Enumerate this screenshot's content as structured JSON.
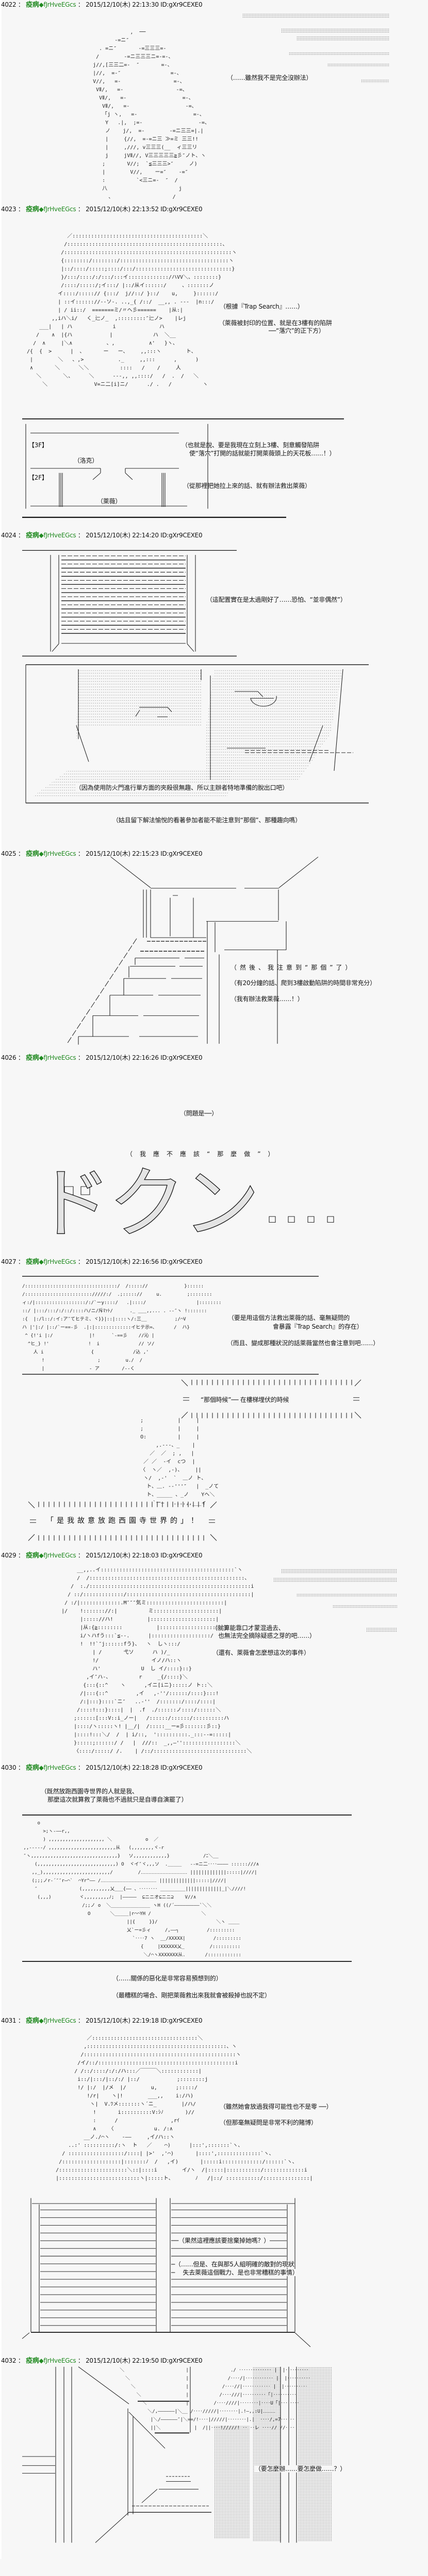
{
  "sep": " ： ",
  "posts": [
    {
      "num": "4022",
      "name": "疫病",
      "trip": "◆fJrHveEGcs",
      "date": "2015/12/10(木) 22:13:30",
      "id": "ID:gXr9CEXE0",
      "lines": [
        "（……雖然我不是完全沒辦法）"
      ]
    },
    {
      "num": "4023",
      "name": "疫病",
      "trip": "◆fJrHveEGcs",
      "date": "2015/12/10(木) 22:13:52",
      "id": "ID:gXr9CEXE0",
      "lines": [
        "（根據『Trap Search』……）",
        "（萊薇被封印的位置、就是在3樓有的陷阱",
        "──“落穴”的正下方）",
        "（也就是說、要是我現在立刻上3樓、刻意觸發陷阱",
        "使“落穴”打開的話就能打開萊薇頭上的天花板……！）",
        "（從那裡把她拉上來的話、就有辦法救出萊薇）"
      ],
      "labels": [
        "【3F】",
        "（洛克）",
        "【2F】",
        "（萊薇）"
      ]
    },
    {
      "num": "4024",
      "name": "疫病",
      "trip": "◆fJrHveEGcs",
      "date": "2015/12/10(木) 22:14:20",
      "id": "ID:gXr9CEXE0",
      "lines": [
        "（這配置實在是太過剛好了……恐怕、“並非偶然”）",
        "（因為使用防火門進行單方面的夾殺很無趣、所以主辦者特地準備的脫出口吧）",
        "（姑且留下解法愉悅的看著參加者能不能注意到“那個”、那種趣向嗎）"
      ]
    },
    {
      "num": "4025",
      "name": "疫病",
      "trip": "◆fJrHveEGcs",
      "date": "2015/12/10(木) 22:15:23",
      "id": "ID:gXr9CEXE0",
      "lines": [
        "（然後、我注意到“那個”了）",
        "（有20分鐘的話、爬到3樓啟動陷阱的時間非常充分）",
        "（我有辦法救萊薇……！）"
      ]
    },
    {
      "num": "4026",
      "name": "疫病",
      "trip": "◆fJrHveEGcs",
      "date": "2015/12/10(木) 22:16:26",
      "id": "ID:gXr9CEXE0",
      "lines": [
        "（問題是──）",
        "（我應不應該“那麼做”）"
      ],
      "sfx": "ドクン"
    },
    {
      "num": "4027",
      "name": "疫病",
      "trip": "◆fJrHveEGcs",
      "date": "2015/12/10(木) 22:16:56",
      "id": "ID:gXr9CEXE0",
      "lines": [
        "（要是用這個方法救出萊薇的話、毫無疑問的",
        "會暴露『Trap Search』的存在）",
        "（而且、變成那種狀況的話萊薇當然也會注意到吧……）",
        "“那個時候”── 在樓梯埋伏的時候",
        "「是我故意放跑西園寺世界的」！"
      ]
    },
    {
      "num": "4029",
      "name": "疫病",
      "trip": "◆fJrHveEGcs",
      "date": "2015/12/10(木) 22:18:03",
      "id": "ID:gXr9CEXE0",
      "lines": [
        "（就算能靠口才蒙混過去、",
        "也無法完全摘除疑惑之芽的吧……）",
        "（還有、萊薇會怎麼想這次的事件）"
      ]
    },
    {
      "num": "4030",
      "name": "疫病",
      "trip": "◆fJrHveEGcs",
      "date": "2015/12/10(木) 22:18:28",
      "id": "ID:gXr9CEXE0",
      "lines": [
        "（既然放跑西園寺世界的人就是我、",
        "那麼這次就算救了萊薇也不過就只是自導自演罷了）",
        "（……關係的惡化是非常容易預想到的）",
        "（最糟糕的場合、剛把萊薇救出來我就會被殺掉也說不定）"
      ]
    },
    {
      "num": "4031",
      "name": "疫病",
      "trip": "◆fJrHveEGcs",
      "date": "2015/12/10(木) 22:19:18",
      "id": "ID:gXr9CEXE0",
      "lines": [
        "（雖然她會放過我得可能性也不是零 ──）",
        "（但那毫無疑問是非常不利的賭博）",
        "──（果然這裡應該要捨棄掉她嗎？）",
        "─（……但是、在與那5人組明確的敵對的現狀",
        "─　 失去萊薇這個戰力、是也非常糟糕的事情）"
      ]
    },
    {
      "num": "4032",
      "name": "疫病",
      "trip": "◆fJrHveEGcs",
      "date": "2015/12/10(木) 22:19:50",
      "id": "ID:gXr9CEXE0",
      "lines": [
        "（要怎麼辦……要怎麼做……？）"
      ]
    }
  ],
  "art": {
    "face_4022": "                 ,  ──\n            -=ニ″\n       . =ニ″       -=三三三=-\n      /        -=ニ三三三ニ=-=-、\n     j//,[三三二=-  ″       =-、\n     |//,  =-″                =-、\n     V//,   =-                 =-、\n      VⅡ/,   =-                 -=、\n       VⅡ/,   =-                  =-、\n        VⅡ/,   =-                  -=、\n        「j ヽ,   =-                  =-、\n         Y   .|,  ;=-                  -=、\n         ノ    j/,  =-        -=ニ三三=|.|\n         |     {//,  =-=ニ三 ≫=ミ 三三!!\n         |     ,///, v三三三(__  ィ三三リ\n         j     jVⅡ//, V三三三三三≧彡″ノト、ヽ\n        ;       V//;  `≦三三三>″     ノ)\n        |        V//,    ー=″    -=″\n        :          `<三ニ=-  ″  /\n        八                       j\n          、                   /",
    "helmet_4023": "               ／::::::::::::::::::::::::::::::::::::::::::＼\n              /::::::::::::::::::::::::::::::::::::::::::::::::::、\n             /::::::::::::::::::::::::::::::::::::::::::::::::::::::ヽ\n             {::::::::/::::::::/:::::::::::::::::::::::::::::::::::ヽ\n             |::/::::/:::::;::::/:::/:::::::::::::::::::::::::::::::}\n             }/:::/::::/:/:::/:::イ:::::::::::::/ハVV＼、::::::::}\n             /::::/:::::/;イ:::/ |::/从イ::::::/     、:::::::ノ\n            イ::::/:::::// {:::/  j//::/ }::/    u,     }::::::/\n            | ::イ:::::://--ソ-. ..,_{ /::/  __,, . ---  |n:::/\n            | / ii::/  =======ミ/〃ヘ彡======    |从:|\n          ,,iハ＼i/   く_辷ノ_  ,:::::::::″辷ノ>    |レj\n      ___|   | ハ             i              ハ\n     /    ∧  |{ハ            |             ハ  ＼__\n    /  ∧     |＼∧           、,           ∧'   }ヽ、\n  /{  {  >      |  、      ー   ー、    ,,:::ヽ        ト、\n   |        ＼   、,>           ._     ,,:::      ,      )\n   ∧       ＼      ＼＼          ::::   /    /     人\n     ＼       ＼、     ＼      ---,, ,,::::/   /  .  /   ＼\n       ＼               V=ニ二[i]ニ/      ./ .   /          ヽ",
    "panel_4027": "/:::::::::::::::::::::::::::::::::/  /::::://             }::::::\n/:::::::::::::::::::::::://///:/  .;::::://     u.         ;::::::::\nィ:/|::::::::::::::::::/:/`ーy::::/   .|::::/                  |::::::::\n::/ |:::/:::/:/::/::::ハ/ニ/斥ﾏｧﾄ/      ._ ___,,... . -‐″ヽ !:::::::\n:{  |:/l::/:イ:ア″てヒテミ、ヾ}}|::|::::ヽ/:三__          ;/⌒V\nハ |'|:/ |::/`ー==-彡  .|:|:::::::::::::イヒテ示=、      /  ハ}\n ^ {!'i |:/             |!      `-==彡    //沁 |\n  ^ヒ_} !'              !  i              // ソ/\n    人 i                 {              /込 ,'\n       !                   ;         u./  /\n       |                - ア        /--く",
    "hunch_4027": "       ;           |     |\n       ;           |     |\n       O:          |     |\n            ,.-‐-、_    |\n          ／  ／  ; ,   |\n        ／ ／  -イ  cつ  |\n       〈  ヽ／  ,-)、    ||\n        ヽ/  ,-'  `  ＿ノ ト、\n         ト、＿. -‐'''″   |  _ノて\n         ト、_____ 、_ノ    Yヘ＼\n           `ー―   ....,,___ィ",
    "girl_4029": "         __,,..イ:::::::::::::::::::::::::::::::::::::::::::`ヽ\n         /  /::::::::::::::::::::::::::::::::::::::::::::::::::、\n       /  :./::::::::::::::::::::::::::::::::::::::::::::::::::::i\n      / ::/:::::::::::::/::::::::::::::::::::::::::::::::::::::::|\n     / :/|:::::::::::::.M″″″気ミ:::::::::::::::::::::::::|\n    |/    !::::::://:|          ミ:::::::::::::::::::::|\n          |::::://ハ!           |:::::::::::::::::::::|\n          |从:{≧::::::::           |:::::::::::::::::::::|\n          i/ヽハfう:::`≦--.      |:::::::::::::::::::/\n          !  !!`″j::::::fう}、  ヽ  しヽ:::/\n              | /       弋ソ      ハ )/_\n              !/                 イノ/ハ::ヽ\n              ハ'             U  し イ/::::}::}\n            ,イ″ハ-、         r     _{/::::}＼\n           {:::{::^    ヽ      ,イニ[iニ}:::::ノ ト::＼\n          /|:::{::^         ,イ   ,-''/::::::/::::}:::!\n          /:|:::}::::`ニ″   ..-''  /:::::::/::::/::::|\n         /::::!:::}::::|  |  .f  ./::::::ノ::::/::::::＼\n        ;::::::[:::V::i_ノー|   /::::::/::::::/::::::::::ハ\n        |::::/ヽ:::::ヽ! |__/|  /:::::__ー=彡:::::::彡::}\n        |::::!:::＼/  /  | i/::,  '::::::::::._:::-‐=:::::|\n        }:::::;::::::/ /   |  ///::  _,,―'':::::::::::::::::＼\n        〈::::/:::::/ /.    | /::/::::::::::::::::::::::::::::::＼",
    "gun_4030": "      o\n        >;ヽ-――r,,\n        ) ,,,,,,,,,,,,,,,,,,,, ＼            o  ／\n ,,-----/ ,,,,,,,,,,,,,,,,,,,,,,,,从   (,,,,,,,,ヾ-r\n ″ヽ,,,,,,,,,,,,,,,,,,,,,,,,,,,,,,,}   ソ,,,,,,,,,,,,}            /ﾆ＼__\n     (,,,,,,,,,,,,,,,,,,,,,,,,,,,,) O  ヾイ″ヾ,,,ソ  ._____   --=ニ二‥‥―――― ::::::///∧\n    ,,_),,,,,,,,,,,,,,,,,,,,,,,,/         /‥‥‥‥‥‥‥‥‥‥‥‥‥‥‥ |||||||||||||:::::|////|\n    (;;;ノr-´″″r―⌒`  ⌒Yr^―― /‥‥‥‥‥‥‥‥‥‥‥‥‥‥‥‥‥‥ |||||||||||||:::::|////|\n     ″               (,,,,,,,,,,乂___{―― 、‥‥‥‥ _________|||||||||||||_|＼////!\n      (,,,)          ヾ,,,,,,,,,ﾉ;  |―――――  ⊆ニニオ⊆ニニ⊇    V//∧\n                      /;;ノ o  ＼______________ ヽH ((/´―――――――――`＼＼\n                        O       ＼_____|r⌒⌒YH /                  ＼\n                                      ||{     }}/                     ＼ヽ ____\n                                      乂`ー=彡ィ     /,――┐          /:::::::::\n                                        `‥‥7 ヽ  __/XXXXX|          /:::::::::\n                                           {     |XXXXXX乂_         /::::::::::\n                                            ＼/⌒ヽXXXXXXX从.       /::::::::::::",
    "face_4031": "                  ／::::::::::::::::::::::::::::::::::＼\n                 ,:::::::::::::::::::::::::::::::::::::::::::::、ヽ\n                /:::::::::::::::::::::::::::::::::::::::::::::::::ヽ\n               /イ/::/::::::::::::::::::::::::::::::::::::::::::::i\n              / /::/::::/:/:/ハ:::／￣￣￣＼::::::::::::|\n               i::/|:::/|::/:/ |::/            ;::::::::j\n               !/ |:/  |/メ  |/        u,      ;:::::/\n                  !/r|    ヽ|!        ___,,    i:/ハ)\n                   ヽ|  V.ﾂメ:::::::ヽ´ニ_        |/ハ/\n                    !       i::::::::::V:ｼﾉ       )//\n                    :      /                 ,rｲ\n                    ∧    〈             u. /:∧\n                 __ノ./⌒ヽ    -――     ,イ/ハ::ヽ\n            ..:' ::::::::::/:ヽ  ト   ／    ⌒)      |:::',:::::::`ヽ、\n          / ::::::::::::::::::/::::| |>'  ,'⌒)       |::::',::::::::::::::`ヽ、\n         /:::::::::::::::::::|:::::::ﾉ  /   ,イ)       |:::::i:::::::::::::/::::::`ヽ、\n        /::::::::::::::::::::::＼::|::::i        イ/ヽ  /|:::::|:::::::::::/:::::::::::::i\n        |::::::::::::::::::::::::::ヽ|:::::ト、       ﾉ   /|::/ :::::::::::/:::::::::::::::|",
    "corridor_4032": "                 ＼                      |               ./ ‥‥‥‥‥‥‥ |  |‥‥‥‥‥\n                   ＼                    |              /‥‥/|‥‥‥‥‥‥ |  |‥‥‥‥‥\n                     ＼                  |            /‥‥//|‥‥‥‥‥‥ |  |‥‥‥‥‥\n                       ＼                |           /‥‥///|‥‥‥‥‥「|‥‥‥‥‥\n                         ＼              |         /‥‥////|‥‥‥‥|‥‥U「|‥‥‥‥\n                           ＼/,――――――|＼__ /‥‥/////|‥‥‥‥|.!―,,:U|‥‥‥‥\n                            |＼/――――――″|＼==/!‥‥|/////|‥‥‥‥|.|  ‥‥/,=7‥‥‥\n                            ||＼            |  /||‥‥!/////! ‥ ‥レ ‥‥// //‥‥"
  }
}
